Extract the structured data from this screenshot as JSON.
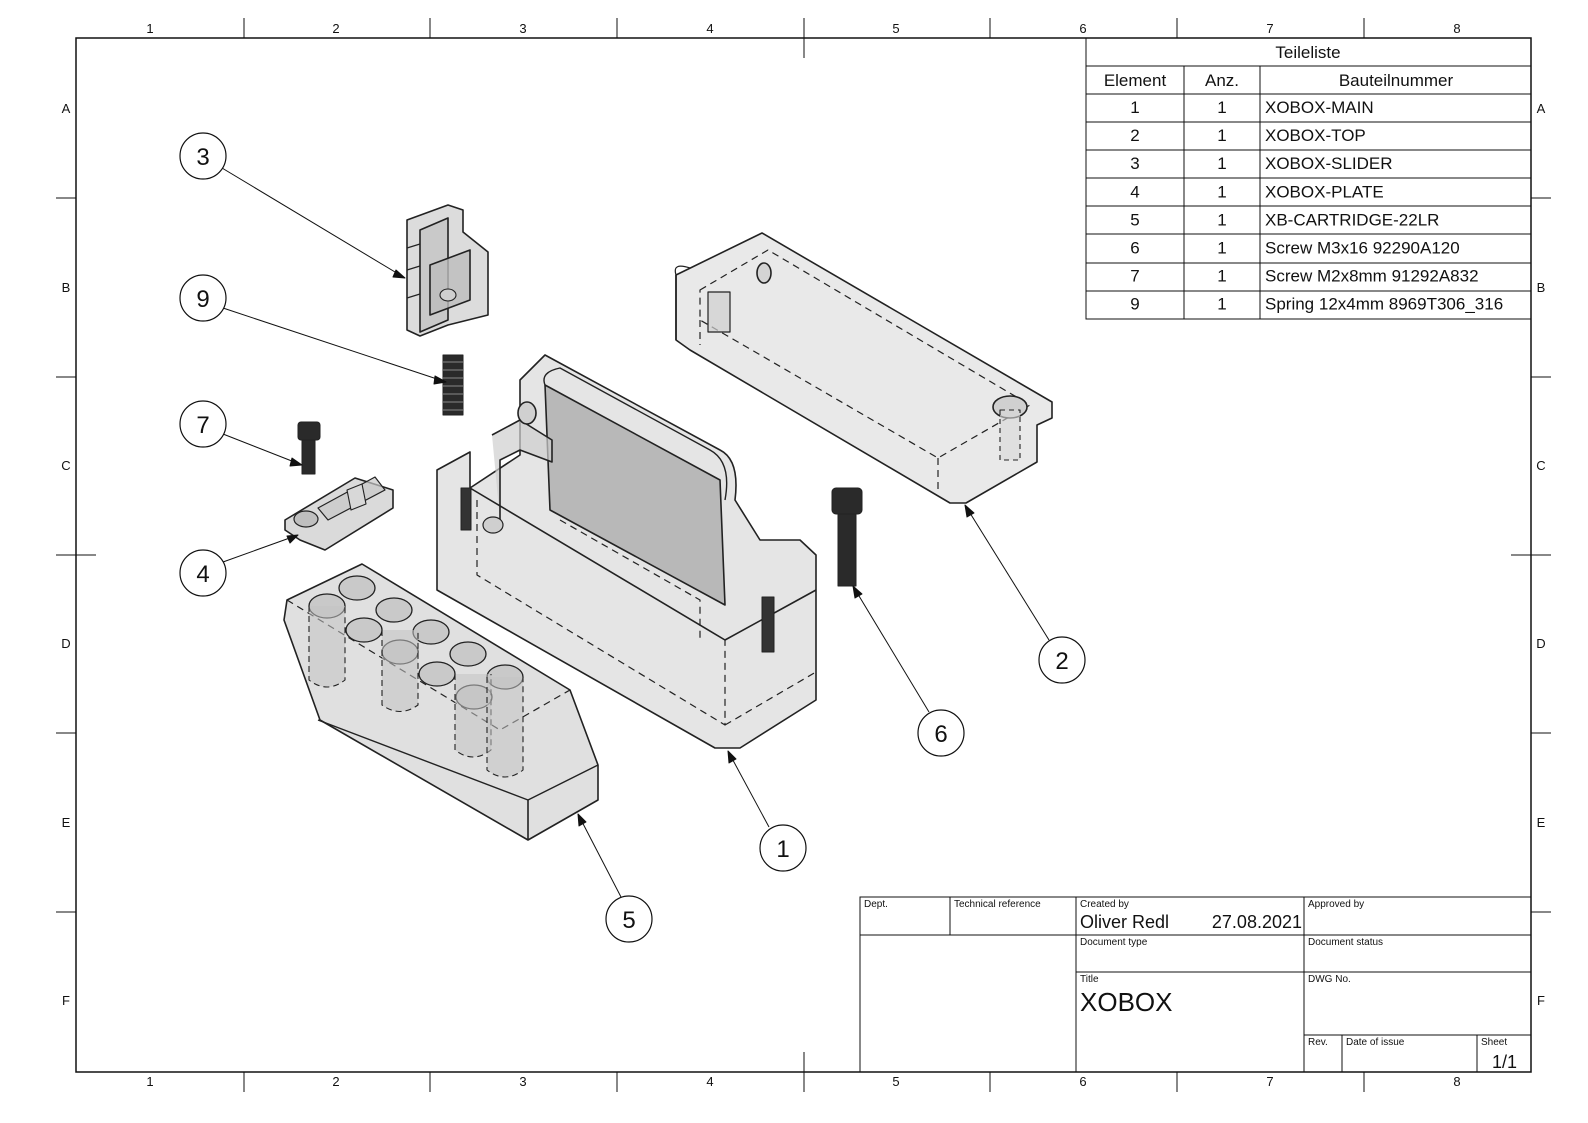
{
  "frame": {
    "columns": [
      "1",
      "2",
      "3",
      "4",
      "5",
      "6",
      "7",
      "8"
    ],
    "rows": [
      "A",
      "B",
      "C",
      "D",
      "E",
      "F"
    ]
  },
  "parts_list": {
    "title": "Teileliste",
    "headers": [
      "Element",
      "Anz.",
      "Bauteilnummer"
    ],
    "rows": [
      {
        "element": "1",
        "qty": "1",
        "part": "XOBOX-MAIN"
      },
      {
        "element": "2",
        "qty": "1",
        "part": "XOBOX-TOP"
      },
      {
        "element": "3",
        "qty": "1",
        "part": "XOBOX-SLIDER"
      },
      {
        "element": "4",
        "qty": "1",
        "part": "XOBOX-PLATE"
      },
      {
        "element": "5",
        "qty": "1",
        "part": "XB-CARTRIDGE-22LR"
      },
      {
        "element": "6",
        "qty": "1",
        "part": "Screw M3x16 92290A120"
      },
      {
        "element": "7",
        "qty": "1",
        "part": "Screw M2x8mm 91292A832"
      },
      {
        "element": "9",
        "qty": "1",
        "part": "Spring 12x4mm 8969T306_316"
      }
    ]
  },
  "balloons": [
    "1",
    "2",
    "3",
    "4",
    "5",
    "6",
    "7",
    "9"
  ],
  "title_block": {
    "dept_label": "Dept.",
    "tech_ref_label": "Technical reference",
    "created_by_label": "Created by",
    "created_by": "Oliver Redl",
    "created_date": "27.08.2021",
    "approved_by_label": "Approved by",
    "doc_type_label": "Document type",
    "doc_status_label": "Document status",
    "title_label": "Title",
    "title": "XOBOX",
    "dwg_no_label": "DWG No.",
    "rev_label": "Rev.",
    "date_of_issue_label": "Date of issue",
    "sheet_label": "Sheet",
    "sheet": "1/1"
  }
}
